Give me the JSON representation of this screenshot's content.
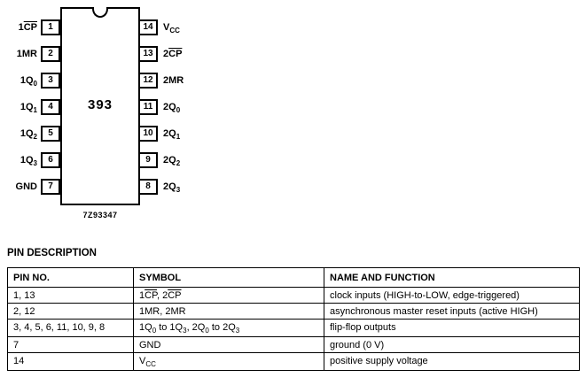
{
  "chip": {
    "label": "393",
    "figure_code": "7Z93347",
    "left_pins": [
      {
        "num": "1",
        "label": [
          {
            "t": "1"
          },
          {
            "t": "CP",
            "s": "ov"
          }
        ]
      },
      {
        "num": "2",
        "label": [
          {
            "t": "1MR"
          }
        ]
      },
      {
        "num": "3",
        "label": [
          {
            "t": "1Q"
          },
          {
            "t": "0",
            "s": "sub"
          }
        ]
      },
      {
        "num": "4",
        "label": [
          {
            "t": "1Q"
          },
          {
            "t": "1",
            "s": "sub"
          }
        ]
      },
      {
        "num": "5",
        "label": [
          {
            "t": "1Q"
          },
          {
            "t": "2",
            "s": "sub"
          }
        ]
      },
      {
        "num": "6",
        "label": [
          {
            "t": "1Q"
          },
          {
            "t": "3",
            "s": "sub"
          }
        ]
      },
      {
        "num": "7",
        "label": [
          {
            "t": "GND"
          }
        ]
      }
    ],
    "right_pins": [
      {
        "num": "14",
        "label": [
          {
            "t": "V"
          },
          {
            "t": "CC",
            "s": "sub"
          }
        ]
      },
      {
        "num": "13",
        "label": [
          {
            "t": "2"
          },
          {
            "t": "CP",
            "s": "ov"
          }
        ]
      },
      {
        "num": "12",
        "label": [
          {
            "t": "2MR"
          }
        ]
      },
      {
        "num": "11",
        "label": [
          {
            "t": "2Q"
          },
          {
            "t": "0",
            "s": "sub"
          }
        ]
      },
      {
        "num": "10",
        "label": [
          {
            "t": "2Q"
          },
          {
            "t": "1",
            "s": "sub"
          }
        ]
      },
      {
        "num": "9",
        "label": [
          {
            "t": "2Q"
          },
          {
            "t": "2",
            "s": "sub"
          }
        ]
      },
      {
        "num": "8",
        "label": [
          {
            "t": "2Q"
          },
          {
            "t": "3",
            "s": "sub"
          }
        ]
      }
    ]
  },
  "pin_description": {
    "title": "PIN DESCRIPTION",
    "headers": [
      "PIN NO.",
      "SYMBOL",
      "NAME AND FUNCTION"
    ],
    "rows": [
      {
        "pins": "1, 13",
        "symbol": [
          {
            "t": "1"
          },
          {
            "t": "CP",
            "s": "ov"
          },
          {
            "t": ", 2"
          },
          {
            "t": "CP",
            "s": "ov"
          }
        ],
        "function": "clock inputs (HIGH-to-LOW, edge-triggered)"
      },
      {
        "pins": "2, 12",
        "symbol": [
          {
            "t": "1MR, 2MR"
          }
        ],
        "function": "asynchronous master reset inputs (active HIGH)"
      },
      {
        "pins": "3, 4, 5, 6, 11, 10, 9, 8",
        "symbol": [
          {
            "t": "1Q"
          },
          {
            "t": "0",
            "s": "sub"
          },
          {
            "t": " to 1Q"
          },
          {
            "t": "3",
            "s": "sub"
          },
          {
            "t": ", 2Q"
          },
          {
            "t": "0",
            "s": "sub"
          },
          {
            "t": " to 2Q"
          },
          {
            "t": "3",
            "s": "sub"
          }
        ],
        "function": "flip-flop outputs"
      },
      {
        "pins": "7",
        "symbol": [
          {
            "t": "GND"
          }
        ],
        "function": "ground (0 V)"
      },
      {
        "pins": "14",
        "symbol": [
          {
            "t": "V"
          },
          {
            "t": "CC",
            "s": "sub"
          }
        ],
        "function": "positive supply voltage"
      }
    ]
  }
}
